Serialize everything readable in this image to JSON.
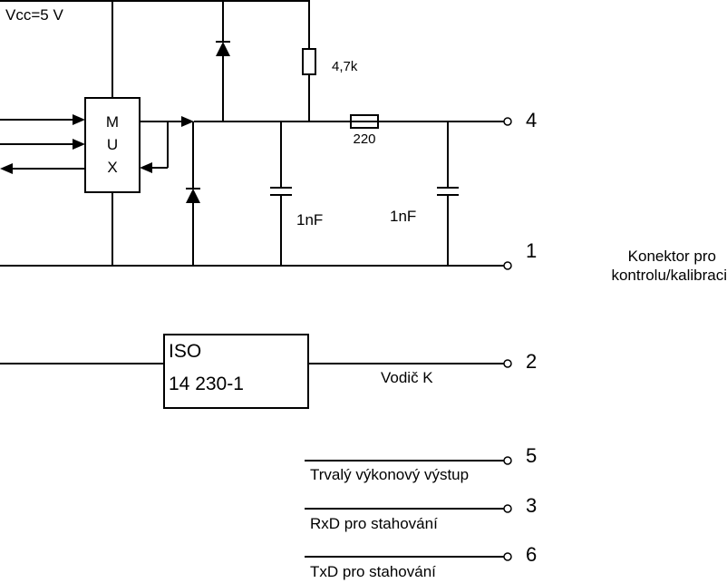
{
  "supply": {
    "label": "Vcc=5 V"
  },
  "mux": {
    "letters": [
      "M",
      "U",
      "X"
    ]
  },
  "resistor_pullup": {
    "value": "4,7k"
  },
  "resistor_series": {
    "value": "220"
  },
  "capacitor_1": {
    "value": "1nF"
  },
  "capacitor_2": {
    "value": "1nF"
  },
  "iso": {
    "line1": "ISO",
    "line2": "14 230-1"
  },
  "k_line": {
    "label": "Vodič K"
  },
  "connector": {
    "line1": "Konektor pro",
    "line2": "kontrolu/kalibraci"
  },
  "pins": {
    "p4": "4",
    "p1": "1",
    "p2": "2",
    "p5": "5",
    "p3": "3",
    "p6": "6"
  },
  "signals": {
    "power_output": "Trvalý výkonový výstup",
    "rxd": "RxD pro stahování",
    "txd": "TxD pro stahování"
  }
}
